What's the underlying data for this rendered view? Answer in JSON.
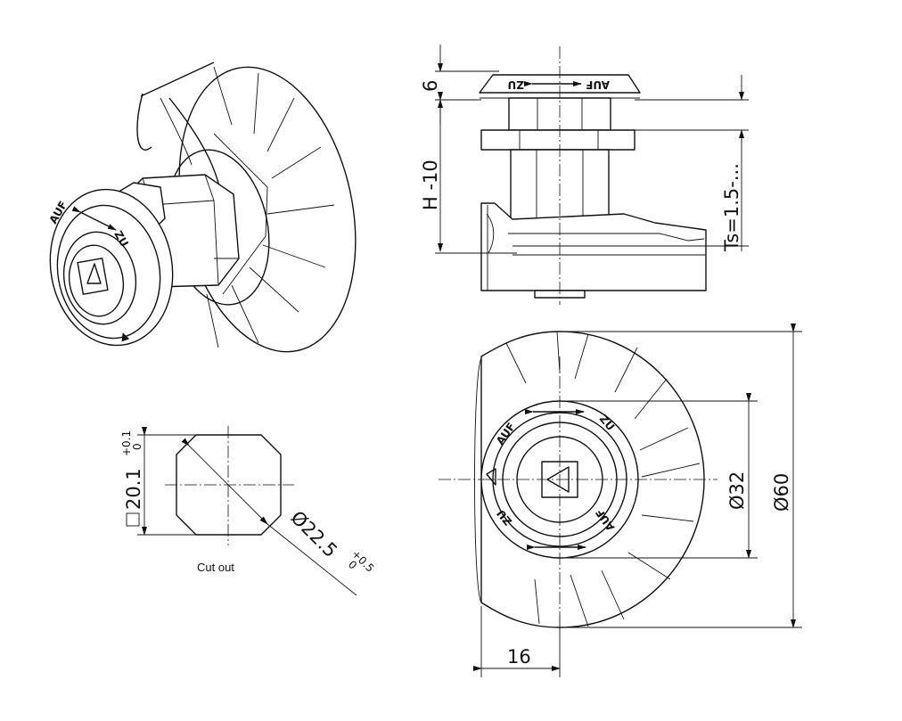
{
  "dimensions": {
    "cap_thickness": "6",
    "height": "H -10",
    "panel_thickness": "Ts=1.5-...",
    "cutout_square": "20.1",
    "cutout_square_tol_upper": "+0.1",
    "cutout_square_tol_lower": "0",
    "cutout_diameter": "Ø22.5",
    "cutout_diameter_tol_upper": "+0.5",
    "cutout_diameter_tol_lower": "0",
    "inner_diameter": "Ø32",
    "outer_diameter": "Ø60",
    "offset": "16"
  },
  "cutout_caption": "Cut out",
  "markings": {
    "open": "AUF",
    "closed": "ZU"
  }
}
